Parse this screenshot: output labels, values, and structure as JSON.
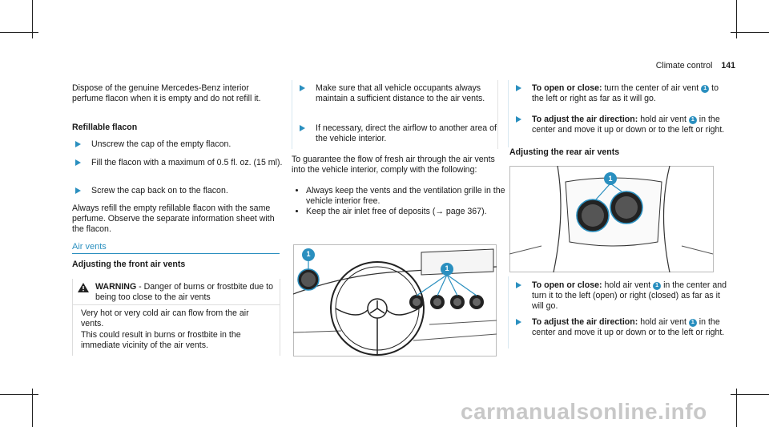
{
  "header": {
    "section": "Climate control",
    "page": "141"
  },
  "left": {
    "intro": "Dispose of the genuine Mercedes-Benz interior perfume flacon when it is empty and do not refill it.",
    "refill_heading": "Refillable flacon",
    "steps": [
      "Unscrew the cap of the empty flacon.",
      "Fill the flacon with a maximum of 0.5 fl. oz. (15 ml).",
      "Screw the cap back on to the flacon."
    ],
    "always_text": "Always refill the empty refillable flacon with the same perfume. Observe the separate information sheet with the flacon.",
    "section_title": "Air vents",
    "front_heading": "Adjusting the front air vents",
    "warning_label": "WARNING",
    "warning_title": " - Danger of burns or frostbite due to being too close to the air vents",
    "warning_body1": "Very hot or very cold air can flow from the air vents.",
    "warning_body2": "This could result in burns or frostbite in the immediate vicinity of the air vents."
  },
  "middle": {
    "steps": [
      "Make sure that all vehicle occupants always maintain a sufficient distance to the air vents.",
      "If necessary, direct the airflow to another area of the vehicle interior."
    ],
    "guarantee": "To guarantee the flow of fresh air through the air vents into the vehicle interior, comply with the following:",
    "bullets": [
      "Always keep the vents and the ventilation grille in the vehicle interior free.",
      "Keep the air inlet free of deposits (→ page 367)."
    ],
    "callout1": "1",
    "callout2": "1"
  },
  "right": {
    "open_close_label": "To open or close:",
    "open_close_text_a": " turn the center of air vent ",
    "open_close_text_b": " to the left or right as far as it will go.",
    "adjust_label": "To adjust the air direction:",
    "adjust_text_a": " hold air vent ",
    "adjust_text_b": " in the center and move it up or down or to the left or right.",
    "rear_heading": "Adjusting the rear air vents",
    "rear_callout": "1",
    "rear_open_label": "To open or close:",
    "rear_open_text_a": " hold air vent ",
    "rear_open_text_b": " in the center and turn it to the left (open) or right (closed) as far as it will go.",
    "rear_adjust_label": "To adjust the air direction:",
    "rear_adjust_text_a": " hold air vent ",
    "rear_adjust_text_b": " in the center and move it up or down or to the left or right.",
    "badge": "1"
  },
  "watermark": "carmanualsonline.info",
  "colors": {
    "accent": "#2a8fbf",
    "text": "#1a1a1a"
  }
}
